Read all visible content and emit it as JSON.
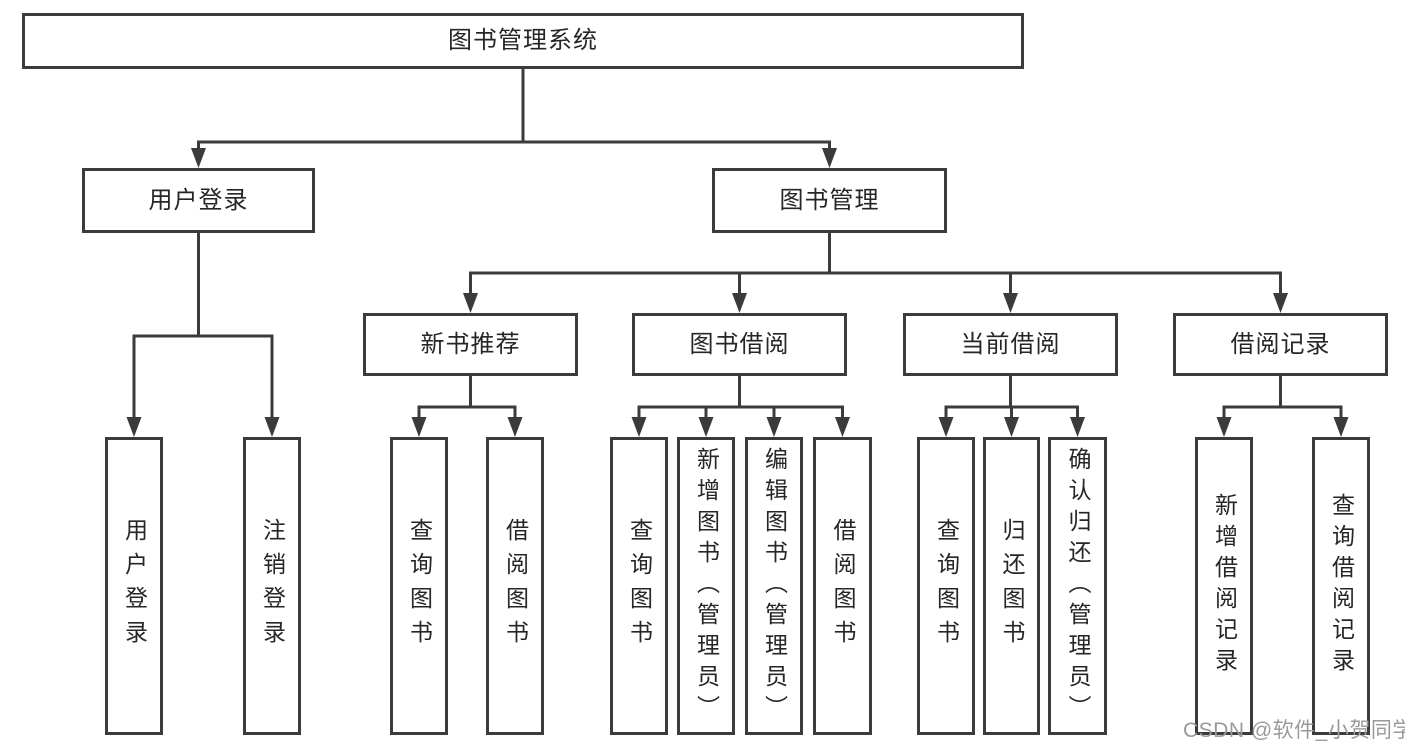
{
  "nodes": {
    "system": {
      "label": "图书管理系统"
    },
    "user_login": {
      "label": "用户登录"
    },
    "book_mgmt": {
      "label": "图书管理"
    },
    "new_book_rec": {
      "label": "新书推荐"
    },
    "book_borrow": {
      "label": "图书借阅"
    },
    "current_borrow": {
      "label": "当前借阅"
    },
    "borrow_record": {
      "label": "借阅记录"
    },
    "user_login_leaf": {
      "label": "用户登录"
    },
    "logout": {
      "label": "注销登录"
    },
    "query_book_1": {
      "label": "查询图书"
    },
    "borrow_book_1": {
      "label": "借阅图书"
    },
    "query_book_2": {
      "label": "查询图书"
    },
    "add_book": {
      "label": "新增图书（管理员）"
    },
    "edit_book": {
      "label": "编辑图书（管理员）"
    },
    "borrow_book_2": {
      "label": "借阅图书"
    },
    "query_book_3": {
      "label": "查询图书"
    },
    "return_book": {
      "label": "归还图书"
    },
    "confirm_return": {
      "label": "确认归还（管理员）"
    },
    "add_borrow_record": {
      "label": "新增借阅记录"
    },
    "query_borrow_record": {
      "label": "查询借阅记录"
    }
  },
  "hierarchy": {
    "system": [
      "user_login",
      "book_mgmt"
    ],
    "user_login": [
      "user_login_leaf",
      "logout"
    ],
    "book_mgmt": [
      "new_book_rec",
      "book_borrow",
      "current_borrow",
      "borrow_record"
    ],
    "new_book_rec": [
      "query_book_1",
      "borrow_book_1"
    ],
    "book_borrow": [
      "query_book_2",
      "add_book",
      "edit_book",
      "borrow_book_2"
    ],
    "current_borrow": [
      "query_book_3",
      "return_book",
      "confirm_return"
    ],
    "borrow_record": [
      "add_borrow_record",
      "query_borrow_record"
    ]
  },
  "watermark": {
    "text": "CSDN @软件_小贺同学"
  },
  "colors": {
    "line": "#3b3b3b",
    "border": "#3b3b3b",
    "text": "#262626",
    "watermark": "#9a9a9a",
    "background": "#ffffff"
  }
}
